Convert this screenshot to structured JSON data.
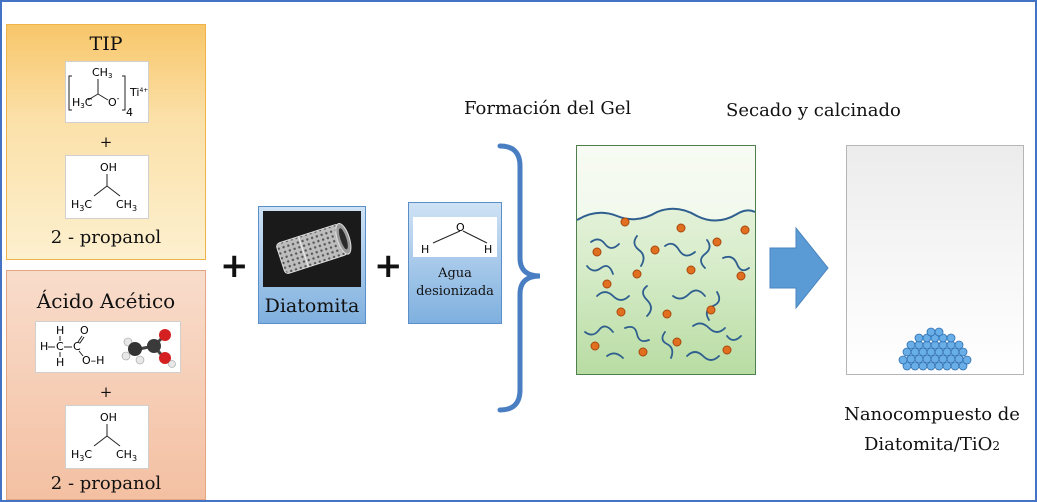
{
  "panels": {
    "tip": {
      "title": "TIP",
      "plus": "+",
      "solvent": "2 - propanol",
      "formula_tip": {
        "ch3": "CH",
        "ch3_sub": "3",
        "h3c": "H",
        "h3c_sub": "3",
        "c_label": "C",
        "o_label": "O",
        "charge": "-",
        "count": "4",
        "ti": "Ti",
        "ti_charge": "4+"
      },
      "formula_propanol": {
        "oh": "OH",
        "h3c": "H",
        "h3c_sub": "3",
        "c_label": "C",
        "ch3": "CH",
        "ch3_sub": "3"
      }
    },
    "acid": {
      "title": "Ácido Acético",
      "plus": "+",
      "solvent": "2 - propanol",
      "formula_acetic": {
        "h": "H",
        "c": "C",
        "o": "O",
        "o_h": "O–H",
        "dash": "–"
      },
      "formula_propanol": {
        "oh": "OH",
        "h3c": "H",
        "h3c_sub": "3",
        "c_label": "C",
        "ch3": "CH",
        "ch3_sub": "3"
      }
    }
  },
  "operators": {
    "plus1": "+",
    "plus2": "+"
  },
  "diatomita": {
    "label": "Diatomita"
  },
  "water": {
    "h_left": "H",
    "o": "O",
    "h_right": "H",
    "line1": "Agua",
    "line2": "desionizada"
  },
  "steps": {
    "gel": "Formación del Gel",
    "dry": "Secado y calcinado"
  },
  "product": {
    "line1": "Nanocompuesto de",
    "line2_main": "Diatomita/TiO",
    "line2_sub": "2"
  },
  "colors": {
    "border": "#4472c4",
    "tip_panel": "#f8c66a",
    "acid_panel": "#f4c0a2",
    "brace": "#4a7ec2",
    "arrow": "#5b9bd5",
    "gel_green": "#b8dca3",
    "polymer": "#2f5f8f",
    "particle": "#e0701f",
    "nanoparticle": "#4a8fd6"
  }
}
